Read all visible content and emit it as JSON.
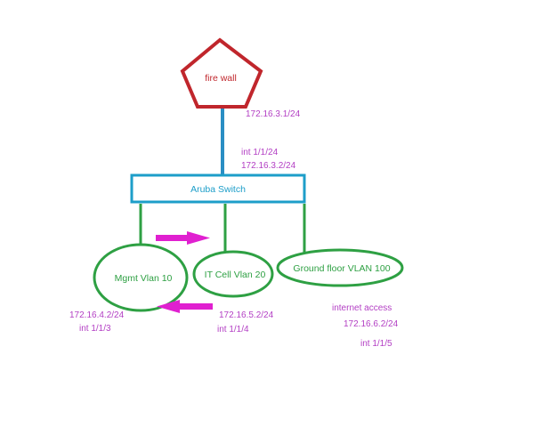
{
  "colors": {
    "firewall": "#c0262c",
    "switch": "#1d9ec9",
    "uplink": "#2a8ec4",
    "vlan": "#2ea043",
    "annotation": "#b33fc4",
    "arrow": "#e020d0"
  },
  "nodes": {
    "firewall": {
      "label": "fire wall"
    },
    "switch": {
      "label": "Aruba Switch"
    },
    "vlan_mgmt": {
      "label": "Mgmt Vlan 10"
    },
    "vlan_it": {
      "label": "IT Cell Vlan 20"
    },
    "vlan_ground": {
      "label": "Ground floor VLAN 100"
    }
  },
  "annotations": {
    "firewall_ip": "172.16.3.1/24",
    "switch_uplink_int": "int 1/1/24",
    "switch_uplink_ip": "172.16.3.2/24",
    "mgmt_ip": "172.16.4.2/24",
    "mgmt_int": "int 1/1/3",
    "it_ip": "172.16.5.2/24",
    "it_int": "int 1/1/4",
    "ground_note": "internet access",
    "ground_ip": "172.16.6.2/24",
    "ground_int": "int 1/1/5"
  }
}
